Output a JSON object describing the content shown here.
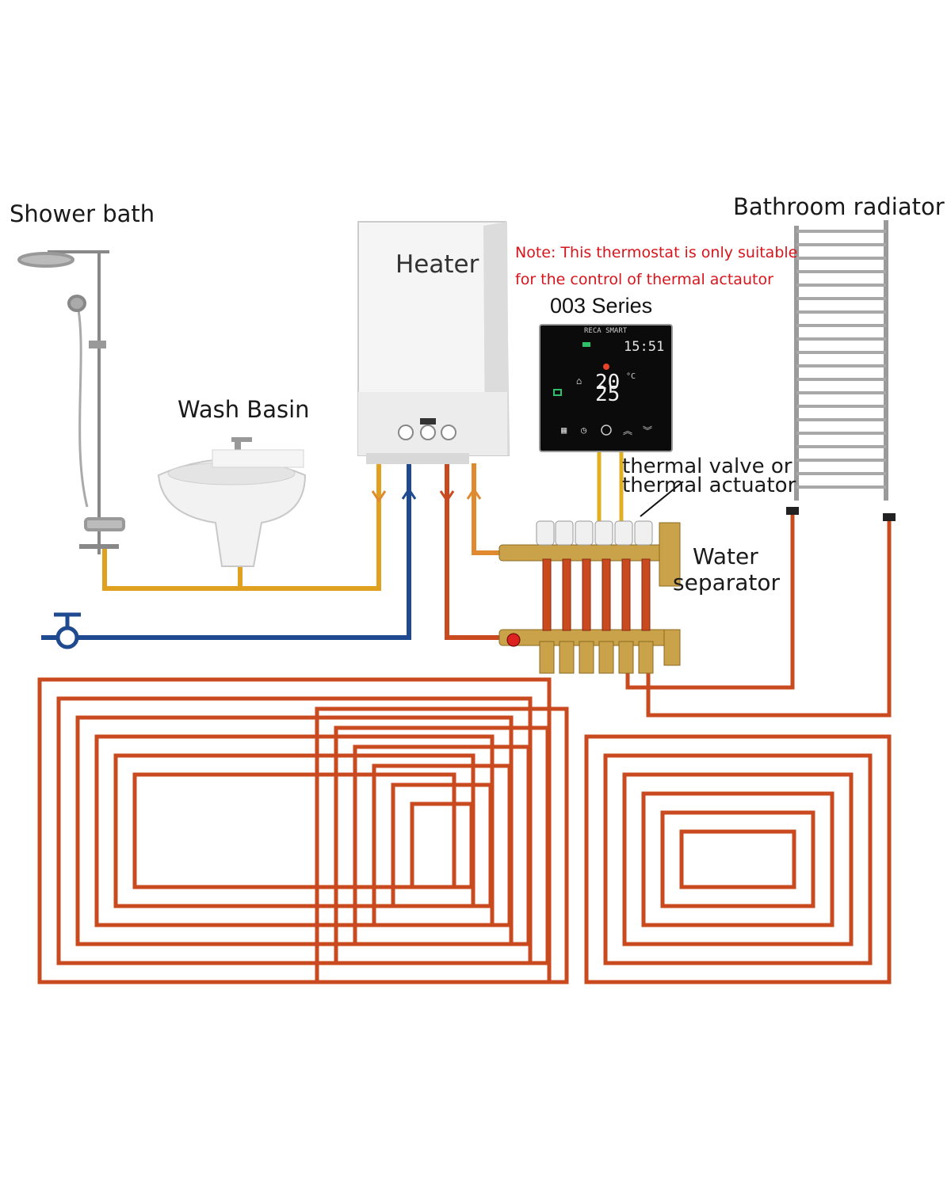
{
  "labels": {
    "shower": "Shower bath",
    "wash_basin": "Wash Basin",
    "heater": "Heater",
    "radiator": "Bathroom radiator",
    "valve_line1": "thermal valve or",
    "valve_line2": "thermal actuator",
    "separator_line1": "Water",
    "separator_line2": "separator"
  },
  "note": {
    "line1": "Note: This thermostat is only suitable",
    "line2": "for the control of thermal actautor"
  },
  "thermostat": {
    "series": "003 Series",
    "brand": "RECA SMART",
    "time": "15:51",
    "temp": "20",
    "temp_unit": "°C",
    "set_temp": "25"
  },
  "colors": {
    "hot_pipe": "#c84a1e",
    "cold_pipe": "#1f4a8f",
    "warm_pipe": "#e0a020",
    "note_text": "#d8141c"
  }
}
